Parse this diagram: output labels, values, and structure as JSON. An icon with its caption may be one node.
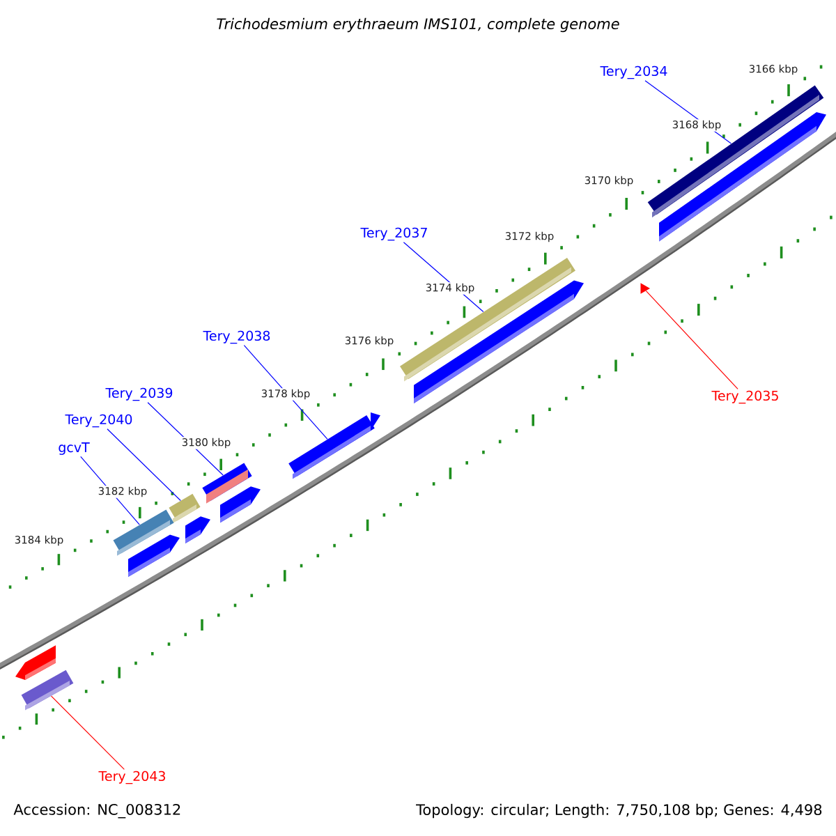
{
  "diagram": {
    "title": "Trichodesmium erythraeum IMS101, complete genome",
    "nodes": [
      {
        "text": [
          "Tery_2034"
        ]
      },
      {
        "text": [],
        "shape": "bar"
      },
      {
        "text": [
          "Tery_2037"
        ]
      },
      {
        "text": [],
        "shape": "bar"
      },
      {
        "text": [
          "Tery_2038"
        ]
      },
      {
        "text": [],
        "shape": "bar"
      },
      {
        "text": [
          "Tery_2039"
        ]
      },
      {
        "text": [],
        "shape": "bar"
      },
      {
        "text": [
          "Tery_2040"
        ]
      },
      {
        "text": [],
        "shape": "bar"
      },
      {
        "text": [
          "gcvT"
        ]
      },
      {
        "text": [],
        "shape": "bar"
      },
      {
        "text": [
          "Tery_2035"
        ]
      },
      {
        "text": [],
        "shape": "triangle"
      },
      {
        "text": [
          "Tery_2043"
        ]
      },
      {
        "text": [],
        "shape": "bar"
      },
      {
        "text": [],
        "shape": "bar"
      },
      {
        "text": [],
        "shape": "bar"
      },
      {
        "text": [],
        "shape": "bar"
      },
      {
        "text": [],
        "shape": "bar"
      },
      {
        "text": [],
        "shape": "bar"
      },
      {
        "text": [],
        "shape": "bar"
      }
    ],
    "edges": [
      {
        "from": 0,
        "to": 1,
        "arrow": "none"
      },
      {
        "from": 2,
        "to": 3,
        "arrow": "none"
      },
      {
        "from": 4,
        "to": 5,
        "arrow": "none"
      },
      {
        "from": 6,
        "to": 7,
        "arrow": "none"
      },
      {
        "from": 8,
        "to": 9,
        "arrow": "none"
      },
      {
        "from": 10,
        "to": 11,
        "arrow": "none"
      },
      {
        "from": 12,
        "to": 13,
        "arrow": "none",
        "color": "#ff0000"
      },
      {
        "from": 14,
        "to": 15,
        "arrow": "none",
        "color": "#ff0000"
      }
    ],
    "labels": [
      "3166 kbp",
      "3168 kbp",
      "3170 kbp",
      "3172 kbp",
      "3174 kbp",
      "3176 kbp",
      "3178 kbp",
      "3180 kbp",
      "3182 kbp",
      "3184 kbp",
      "Accession: NC_008312",
      "Topology: circular; Length: 7,750,108 bp; Genes: 4,498"
    ]
  }
}
